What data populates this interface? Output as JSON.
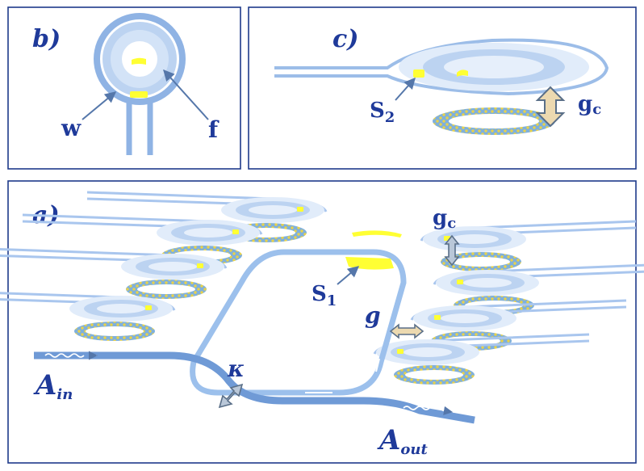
{
  "panels": {
    "b": {
      "label": "b)",
      "labels": {
        "w": "w",
        "f": "f"
      }
    },
    "c": {
      "label": "c)",
      "labels": {
        "s2_base": "S",
        "s2_sub": "2",
        "gc_base": "g",
        "gc_sub": "c"
      }
    },
    "a": {
      "label": "a)",
      "labels": {
        "s1_base": "S",
        "s1_sub": "1",
        "gc_base": "g",
        "gc_sub": "c",
        "g": "g",
        "kappa": "κ",
        "ain_base": "A",
        "ain_sub": "in",
        "aout_base": "A",
        "aout_sub": "out"
      }
    }
  },
  "colors": {
    "border": "#1e3a8a",
    "waveguide_dark": "#6f9ad6",
    "waveguide_light": "#a9c6ee",
    "ring_fill": "#d8e6f8",
    "yellow": "#ffff33",
    "dot_ring": "#7fb0dc",
    "dot": "#e8d24a",
    "arrow_fill": "#ecd9b0",
    "arrow_stroke": "#5a6f88",
    "text": "#1f3a9a"
  }
}
